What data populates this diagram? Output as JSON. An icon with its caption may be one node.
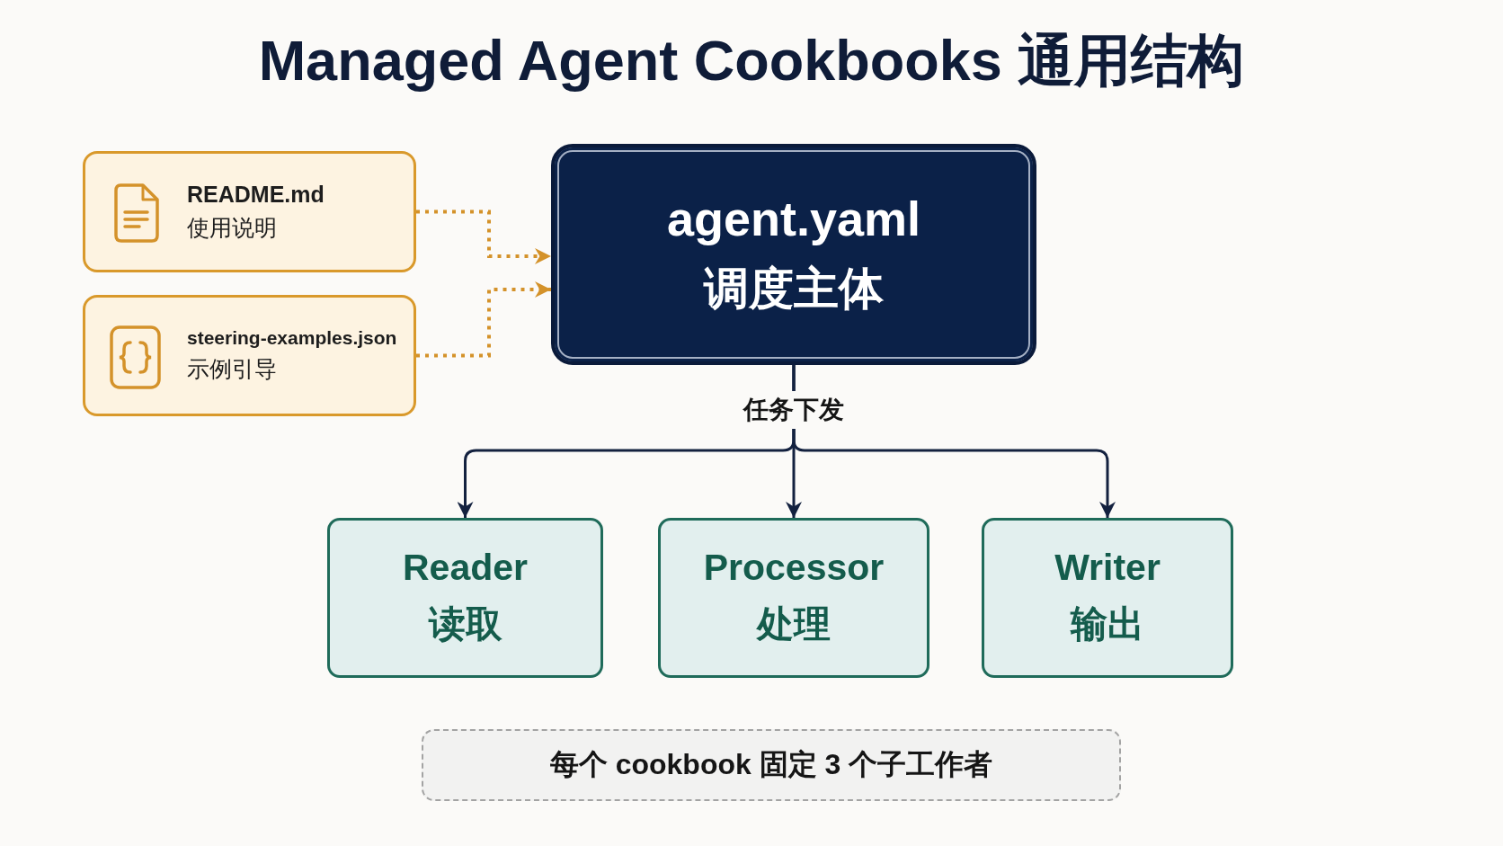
{
  "diagram": {
    "title": "Managed Agent Cookbooks 通用结构",
    "nodes": [
      {
        "text": [
          "README.md",
          "使用说明"
        ]
      },
      {
        "text": [
          "steering-examples.json",
          "示例引导"
        ]
      },
      {
        "text": [
          "agent.yaml",
          "调度主体"
        ]
      },
      {
        "text": [
          "Reader",
          "读取"
        ]
      },
      {
        "text": [
          "Processor",
          "处理"
        ]
      },
      {
        "text": [
          "Writer",
          "输出"
        ]
      },
      {
        "text": [
          "每个 cookbook 固定 3 个子工作者"
        ]
      }
    ],
    "edges": [
      {
        "from": 0,
        "to": 2,
        "arrow": "to",
        "style": "dashed",
        "color": "#d4922a"
      },
      {
        "from": 1,
        "to": 2,
        "arrow": "to",
        "style": "dashed",
        "color": "#d4922a"
      },
      {
        "from": 2,
        "to": 3,
        "arrow": "to"
      },
      {
        "from": 2,
        "to": 4,
        "arrow": "to",
        "label": "任务下发"
      },
      {
        "from": 2,
        "to": 5,
        "arrow": "to"
      }
    ]
  }
}
